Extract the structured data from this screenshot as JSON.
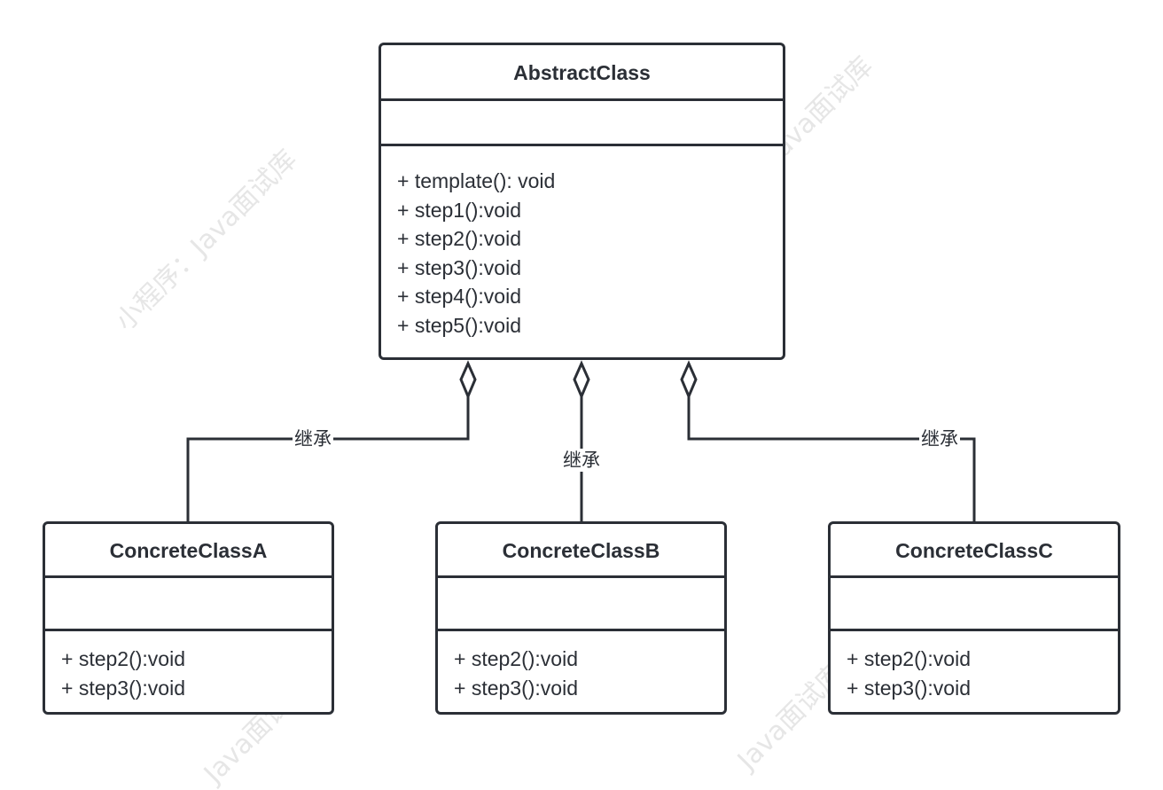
{
  "watermark": {
    "text_full": "小程序：Java面试库",
    "text_short": "Java面试库",
    "color": "#e6e6e6"
  },
  "colors": {
    "stroke": "#2b2f36",
    "background": "#ffffff"
  },
  "abstract_class": {
    "name": "AbstractClass",
    "methods": [
      "+ template(): void",
      "+ step1():void",
      "+ step2():void",
      "+ step3():void",
      "+ step4():void",
      "+ step5():void"
    ]
  },
  "concrete_classes": [
    {
      "name": "ConcreteClassA",
      "methods": [
        "+ step2():void",
        "+ step3():void"
      ]
    },
    {
      "name": "ConcreteClassB",
      "methods": [
        "+ step2():void",
        "+ step3():void"
      ]
    },
    {
      "name": "ConcreteClassC",
      "methods": [
        "+ step2():void",
        "+ step3():void"
      ]
    }
  ],
  "relations": [
    {
      "from": "ConcreteClassA",
      "to": "AbstractClass",
      "type": "aggregation",
      "label": "继承"
    },
    {
      "from": "ConcreteClassB",
      "to": "AbstractClass",
      "type": "aggregation",
      "label": "继承"
    },
    {
      "from": "ConcreteClassC",
      "to": "AbstractClass",
      "type": "aggregation",
      "label": "继承"
    }
  ]
}
